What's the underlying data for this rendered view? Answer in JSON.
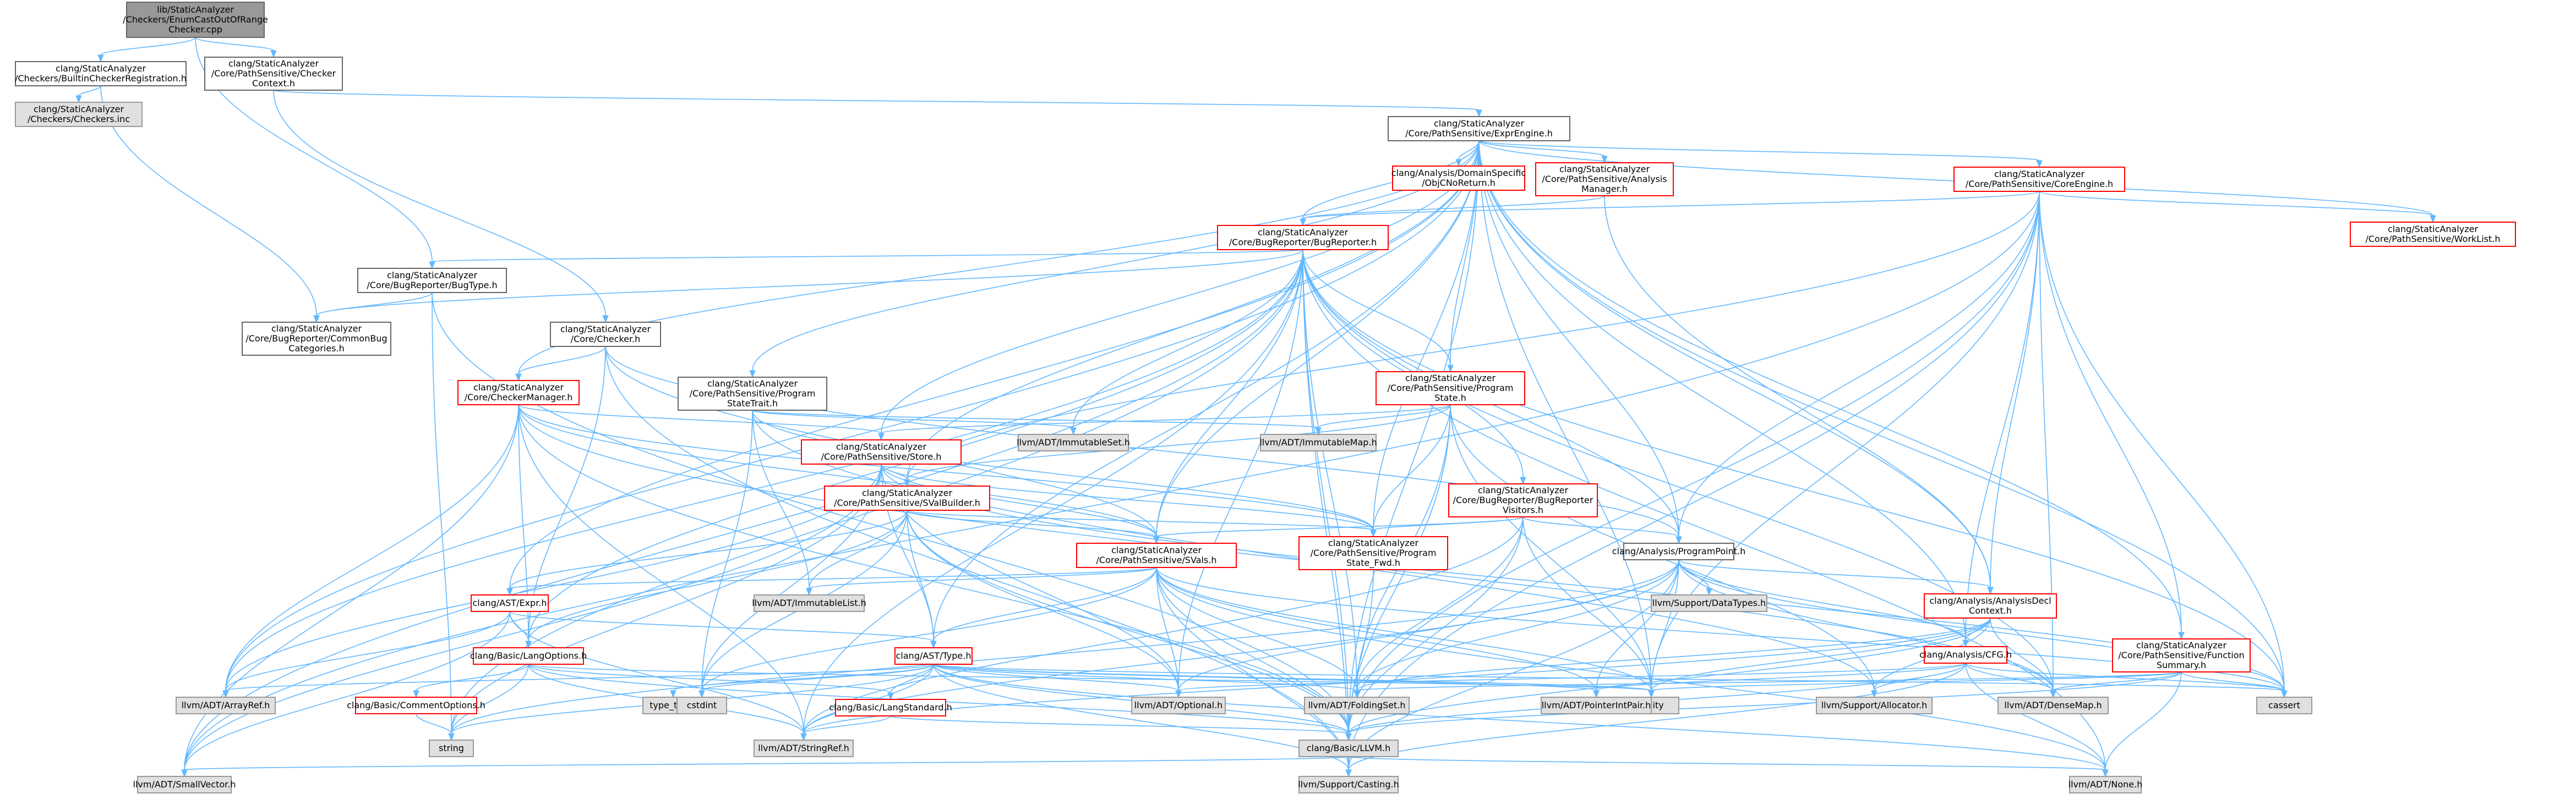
{
  "colors": {
    "edge": "#63b8ff",
    "normal_fill": "#ffffff",
    "normal_border": "#666666",
    "red_border": "#ff0000",
    "red_text": "#ff0000",
    "root_fill": "#999999",
    "root_border": "#666666",
    "external_fill": "#e0e0e0",
    "external_border": "#999999",
    "text": "#000000"
  },
  "nodes": [
    {
      "id": "root",
      "kind": "root",
      "lines": [
        "lib/StaticAnalyzer",
        "/Checkers/EnumCastOutOfRange",
        "Checker.cpp"
      ]
    },
    {
      "id": "bcr",
      "kind": "normal",
      "lines": [
        "clang/StaticAnalyzer",
        "/Checkers/BuiltinCheckerRegistration.h"
      ]
    },
    {
      "id": "chkinc",
      "kind": "external",
      "lines": [
        "clang/StaticAnalyzer",
        "/Checkers/Checkers.inc"
      ]
    },
    {
      "id": "psCC",
      "kind": "normal",
      "lines": [
        "clang/StaticAnalyzer",
        "/Core/PathSensitive/Checker",
        "Context.h"
      ]
    },
    {
      "id": "expr_eng",
      "kind": "normal",
      "lines": [
        "clang/StaticAnalyzer",
        "/Core/PathSensitive/ExprEngine.h"
      ]
    },
    {
      "id": "objcnr",
      "kind": "red",
      "lines": [
        "clang/Analysis/DomainSpecific",
        "/ObjCNoReturn.h"
      ]
    },
    {
      "id": "analmgr",
      "kind": "red",
      "lines": [
        "clang/StaticAnalyzer",
        "/Core/PathSensitive/Analysis",
        "Manager.h"
      ]
    },
    {
      "id": "coreeng",
      "kind": "red",
      "lines": [
        "clang/StaticAnalyzer",
        "/Core/PathSensitive/CoreEngine.h"
      ]
    },
    {
      "id": "bugrep",
      "kind": "red",
      "lines": [
        "clang/StaticAnalyzer",
        "/Core/BugReporter/BugReporter.h"
      ]
    },
    {
      "id": "worklist",
      "kind": "red",
      "lines": [
        "clang/StaticAnalyzer",
        "/Core/PathSensitive/WorkList.h"
      ]
    },
    {
      "id": "bugtype",
      "kind": "normal",
      "lines": [
        "clang/StaticAnalyzer",
        "/Core/BugReporter/BugType.h"
      ]
    },
    {
      "id": "commonbug",
      "kind": "normal",
      "lines": [
        "clang/StaticAnalyzer",
        "/Core/BugReporter/CommonBug",
        "Categories.h"
      ]
    },
    {
      "id": "checker",
      "kind": "normal",
      "lines": [
        "clang/StaticAnalyzer",
        "/Core/Checker.h"
      ]
    },
    {
      "id": "chkmgr",
      "kind": "red",
      "lines": [
        "clang/StaticAnalyzer",
        "/Core/CheckerManager.h"
      ]
    },
    {
      "id": "pstrait",
      "kind": "normal",
      "lines": [
        "clang/StaticAnalyzer",
        "/Core/PathSensitive/Program",
        "StateTrait.h"
      ]
    },
    {
      "id": "pstate",
      "kind": "red",
      "lines": [
        "clang/StaticAnalyzer",
        "/Core/PathSensitive/Program",
        "State.h"
      ]
    },
    {
      "id": "immset",
      "kind": "external",
      "lines": [
        "llvm/ADT/ImmutableSet.h"
      ]
    },
    {
      "id": "immmap",
      "kind": "external",
      "lines": [
        "llvm/ADT/ImmutableMap.h"
      ]
    },
    {
      "id": "store",
      "kind": "red",
      "lines": [
        "clang/StaticAnalyzer",
        "/Core/PathSensitive/Store.h"
      ]
    },
    {
      "id": "svalb",
      "kind": "red",
      "lines": [
        "clang/StaticAnalyzer",
        "/Core/PathSensitive/SValBuilder.h"
      ]
    },
    {
      "id": "brvis",
      "kind": "red",
      "lines": [
        "clang/StaticAnalyzer",
        "/Core/BugReporter/BugReporter",
        "Visitors.h"
      ]
    },
    {
      "id": "pstatefwd",
      "kind": "red",
      "lines": [
        "clang/StaticAnalyzer",
        "/Core/PathSensitive/Program",
        "State_Fwd.h"
      ]
    },
    {
      "id": "progpt",
      "kind": "normal",
      "lines": [
        "clang/Analysis/ProgramPoint.h"
      ]
    },
    {
      "id": "svals",
      "kind": "red",
      "lines": [
        "clang/StaticAnalyzer",
        "/Core/PathSensitive/SVals.h"
      ]
    },
    {
      "id": "astexpr",
      "kind": "red",
      "lines": [
        "clang/AST/Expr.h"
      ]
    },
    {
      "id": "immlist",
      "kind": "external",
      "lines": [
        "llvm/ADT/ImmutableList.h"
      ]
    },
    {
      "id": "datatypes",
      "kind": "external",
      "lines": [
        "llvm/Support/DataTypes.h"
      ]
    },
    {
      "id": "adctx",
      "kind": "red",
      "lines": [
        "clang/Analysis/AnalysisDecl",
        "Context.h"
      ]
    },
    {
      "id": "fnsum",
      "kind": "red",
      "lines": [
        "clang/StaticAnalyzer",
        "/Core/PathSensitive/Function",
        "Summary.h"
      ]
    },
    {
      "id": "cfg",
      "kind": "red",
      "lines": [
        "clang/Analysis/CFG.h"
      ]
    },
    {
      "id": "langopt",
      "kind": "red",
      "lines": [
        "clang/Basic/LangOptions.h"
      ]
    },
    {
      "id": "asttype",
      "kind": "red",
      "lines": [
        "clang/AST/Type.h"
      ]
    },
    {
      "id": "commentopt",
      "kind": "red",
      "lines": [
        "clang/Basic/CommentOptions.h"
      ]
    },
    {
      "id": "langstd",
      "kind": "red",
      "lines": [
        "clang/Basic/LangStandard.h"
      ]
    },
    {
      "id": "arrayref",
      "kind": "external",
      "lines": [
        "llvm/ADT/ArrayRef.h"
      ]
    },
    {
      "id": "typetraits",
      "kind": "external",
      "lines": [
        "type_traits"
      ]
    },
    {
      "id": "cstdint",
      "kind": "external",
      "lines": [
        "cstdint"
      ]
    },
    {
      "id": "optional",
      "kind": "external",
      "lines": [
        "llvm/ADT/Optional.h"
      ]
    },
    {
      "id": "foldset",
      "kind": "external",
      "lines": [
        "llvm/ADT/FoldingSet.h"
      ]
    },
    {
      "id": "utility",
      "kind": "external",
      "lines": [
        "utility"
      ]
    },
    {
      "id": "ptrint",
      "kind": "external",
      "lines": [
        "llvm/ADT/PointerIntPair.h"
      ]
    },
    {
      "id": "allocator",
      "kind": "external",
      "lines": [
        "llvm/Support/Allocator.h"
      ]
    },
    {
      "id": "densemap",
      "kind": "external",
      "lines": [
        "llvm/ADT/DenseMap.h"
      ]
    },
    {
      "id": "cassert",
      "kind": "external",
      "lines": [
        "cassert"
      ]
    },
    {
      "id": "string",
      "kind": "external",
      "lines": [
        "string"
      ]
    },
    {
      "id": "stringref",
      "kind": "external",
      "lines": [
        "llvm/ADT/StringRef.h"
      ]
    },
    {
      "id": "llvmh",
      "kind": "external",
      "lines": [
        "clang/Basic/LLVM.h"
      ]
    },
    {
      "id": "smallvec",
      "kind": "external",
      "lines": [
        "llvm/ADT/SmallVector.h"
      ]
    },
    {
      "id": "casting",
      "kind": "external",
      "lines": [
        "llvm/Support/Casting.h"
      ]
    },
    {
      "id": "none",
      "kind": "external",
      "lines": [
        "llvm/ADT/None.h"
      ]
    }
  ],
  "edges": [
    [
      "root",
      "bcr"
    ],
    [
      "root",
      "psCC"
    ],
    [
      "root",
      "bugtype"
    ],
    [
      "bcr",
      "chkinc"
    ],
    [
      "bcr",
      "commonbug"
    ],
    [
      "psCC",
      "expr_eng"
    ],
    [
      "psCC",
      "checker"
    ],
    [
      "expr_eng",
      "objcnr"
    ],
    [
      "expr_eng",
      "analmgr"
    ],
    [
      "expr_eng",
      "coreeng"
    ],
    [
      "expr_eng",
      "bugrep"
    ],
    [
      "expr_eng",
      "worklist"
    ],
    [
      "expr_eng",
      "chkmgr"
    ],
    [
      "expr_eng",
      "pstrait"
    ],
    [
      "expr_eng",
      "pstate"
    ],
    [
      "expr_eng",
      "store"
    ],
    [
      "expr_eng",
      "svalb"
    ],
    [
      "expr_eng",
      "svals"
    ],
    [
      "expr_eng",
      "pstatefwd"
    ],
    [
      "expr_eng",
      "progpt"
    ],
    [
      "expr_eng",
      "fnsum"
    ],
    [
      "expr_eng",
      "cfg"
    ],
    [
      "expr_eng",
      "adctx"
    ],
    [
      "expr_eng",
      "astexpr"
    ],
    [
      "expr_eng",
      "asttype"
    ],
    [
      "expr_eng",
      "arrayref"
    ],
    [
      "expr_eng",
      "llvmh"
    ],
    [
      "expr_eng",
      "cassert"
    ],
    [
      "expr_eng",
      "utility"
    ],
    [
      "analmgr",
      "bugrep"
    ],
    [
      "analmgr",
      "adctx"
    ],
    [
      "coreeng",
      "bugrep"
    ],
    [
      "coreeng",
      "worklist"
    ],
    [
      "coreeng",
      "fnsum"
    ],
    [
      "coreeng",
      "adctx"
    ],
    [
      "coreeng",
      "cfg"
    ],
    [
      "coreeng",
      "progpt"
    ],
    [
      "coreeng",
      "svalb"
    ],
    [
      "coreeng",
      "llvmh"
    ],
    [
      "coreeng",
      "cassert"
    ],
    [
      "coreeng",
      "smallvec"
    ],
    [
      "coreeng",
      "casting"
    ],
    [
      "coreeng",
      "utility"
    ],
    [
      "coreeng",
      "densemap"
    ],
    [
      "bugrep",
      "bugtype"
    ],
    [
      "bugrep",
      "commonbug"
    ],
    [
      "bugrep",
      "pstate"
    ],
    [
      "bugrep",
      "brvis"
    ],
    [
      "bugrep",
      "svals"
    ],
    [
      "bugrep",
      "langopt"
    ],
    [
      "bugrep",
      "immset"
    ],
    [
      "bugrep",
      "foldset"
    ],
    [
      "bugrep",
      "densemap"
    ],
    [
      "bugrep",
      "optional"
    ],
    [
      "bugrep",
      "llvmh"
    ],
    [
      "bugrep",
      "string"
    ],
    [
      "bugrep",
      "arrayref"
    ],
    [
      "bugrep",
      "stringref"
    ],
    [
      "bugrep",
      "smallvec"
    ],
    [
      "bugrep",
      "cassert"
    ],
    [
      "bugrep",
      "none"
    ],
    [
      "bugrep",
      "casting"
    ],
    [
      "bugrep",
      "progpt"
    ],
    [
      "bugtype",
      "commonbug"
    ],
    [
      "bugtype",
      "llvmh"
    ],
    [
      "bugtype",
      "string"
    ],
    [
      "checker",
      "chkmgr"
    ],
    [
      "checker",
      "progpt"
    ],
    [
      "checker",
      "svals"
    ],
    [
      "checker",
      "casting"
    ],
    [
      "checker",
      "langopt"
    ],
    [
      "chkmgr",
      "store"
    ],
    [
      "chkmgr",
      "svals"
    ],
    [
      "chkmgr",
      "pstatefwd"
    ],
    [
      "chkmgr",
      "langopt"
    ],
    [
      "chkmgr",
      "arrayref"
    ],
    [
      "chkmgr",
      "stringref"
    ],
    [
      "chkmgr",
      "smallvec"
    ],
    [
      "chkmgr",
      "llvmh"
    ],
    [
      "chkmgr",
      "densemap"
    ],
    [
      "pstrait",
      "pstatefwd"
    ],
    [
      "pstrait",
      "immmap"
    ],
    [
      "pstrait",
      "immset"
    ],
    [
      "pstrait",
      "immlist"
    ],
    [
      "pstrait",
      "cstdint"
    ],
    [
      "pstrait",
      "allocator"
    ],
    [
      "pstate",
      "store"
    ],
    [
      "pstate",
      "svalb"
    ],
    [
      "pstate",
      "pstatefwd"
    ],
    [
      "pstate",
      "immmap"
    ],
    [
      "pstate",
      "foldset"
    ],
    [
      "pstate",
      "allocator"
    ],
    [
      "pstate",
      "utility"
    ],
    [
      "pstate",
      "llvmh"
    ],
    [
      "store",
      "svalb"
    ],
    [
      "store",
      "svals"
    ],
    [
      "store",
      "pstatefwd"
    ],
    [
      "store",
      "asttype"
    ],
    [
      "store",
      "arrayref"
    ],
    [
      "store",
      "optional"
    ],
    [
      "store",
      "cassert"
    ],
    [
      "store",
      "cstdint"
    ],
    [
      "store",
      "smallvec"
    ],
    [
      "store",
      "string"
    ],
    [
      "svalb",
      "svals"
    ],
    [
      "svalb",
      "pstatefwd"
    ],
    [
      "svalb",
      "astexpr"
    ],
    [
      "svalb",
      "asttype"
    ],
    [
      "svalb",
      "langopt"
    ],
    [
      "svalb",
      "immlist"
    ],
    [
      "svalb",
      "optional"
    ],
    [
      "svalb",
      "cstdint"
    ],
    [
      "svalb",
      "llvmh"
    ],
    [
      "brvis",
      "progpt"
    ],
    [
      "brvis",
      "svals"
    ],
    [
      "brvis",
      "pstatefwd"
    ],
    [
      "brvis",
      "foldset"
    ],
    [
      "brvis",
      "stringref"
    ],
    [
      "brvis",
      "utility"
    ],
    [
      "brvis",
      "llvmh"
    ],
    [
      "pstatefwd",
      "llvmh"
    ],
    [
      "progpt",
      "adctx"
    ],
    [
      "progpt",
      "cfg"
    ],
    [
      "progpt",
      "datatypes"
    ],
    [
      "progpt",
      "foldset"
    ],
    [
      "progpt",
      "ptrint"
    ],
    [
      "progpt",
      "densemap"
    ],
    [
      "progpt",
      "optional"
    ],
    [
      "progpt",
      "stringref"
    ],
    [
      "progpt",
      "casting"
    ],
    [
      "progpt",
      "cassert"
    ],
    [
      "progpt",
      "string"
    ],
    [
      "progpt",
      "utility"
    ],
    [
      "svals",
      "astexpr"
    ],
    [
      "svals",
      "asttype"
    ],
    [
      "svals",
      "immlist"
    ],
    [
      "svals",
      "foldset"
    ],
    [
      "svals",
      "ptrint"
    ],
    [
      "svals",
      "casting"
    ],
    [
      "svals",
      "optional"
    ],
    [
      "svals",
      "cassert"
    ],
    [
      "svals",
      "cstdint"
    ],
    [
      "svals",
      "utility"
    ],
    [
      "svals",
      "none"
    ],
    [
      "svals",
      "llvmh"
    ],
    [
      "astexpr",
      "asttype"
    ],
    [
      "astexpr",
      "langopt"
    ],
    [
      "astexpr",
      "arrayref"
    ],
    [
      "astexpr",
      "smallvec"
    ],
    [
      "astexpr",
      "stringref"
    ],
    [
      "adctx",
      "cfg"
    ],
    [
      "adctx",
      "densemap"
    ],
    [
      "adctx",
      "allocator"
    ],
    [
      "adctx",
      "utility"
    ],
    [
      "adctx",
      "stringref"
    ],
    [
      "adctx",
      "llvmh"
    ],
    [
      "adctx",
      "foldset"
    ],
    [
      "fnsum",
      "densemap"
    ],
    [
      "fnsum",
      "foldset"
    ],
    [
      "fnsum",
      "none"
    ],
    [
      "fnsum",
      "cassert"
    ],
    [
      "fnsum",
      "utility"
    ],
    [
      "fnsum",
      "llvmh"
    ],
    [
      "cfg",
      "densemap"
    ],
    [
      "cfg",
      "allocator"
    ],
    [
      "cfg",
      "ptrint"
    ],
    [
      "cfg",
      "none"
    ],
    [
      "cfg",
      "cassert"
    ],
    [
      "cfg",
      "casting"
    ],
    [
      "cfg",
      "llvmh"
    ],
    [
      "cfg",
      "optional"
    ],
    [
      "langopt",
      "commentopt"
    ],
    [
      "langopt",
      "langstd"
    ],
    [
      "langopt",
      "llvmh"
    ],
    [
      "langopt",
      "stringref"
    ],
    [
      "langopt",
      "string"
    ],
    [
      "langopt",
      "utility"
    ],
    [
      "asttype",
      "langstd"
    ],
    [
      "asttype",
      "llvmh"
    ],
    [
      "asttype",
      "arrayref"
    ],
    [
      "asttype",
      "typetraits"
    ],
    [
      "asttype",
      "cstdint"
    ],
    [
      "asttype",
      "optional"
    ],
    [
      "asttype",
      "foldset"
    ],
    [
      "asttype",
      "utility"
    ],
    [
      "asttype",
      "ptrint"
    ],
    [
      "asttype",
      "cassert"
    ],
    [
      "asttype",
      "string"
    ],
    [
      "asttype",
      "stringref"
    ],
    [
      "asttype",
      "casting"
    ],
    [
      "asttype",
      "none"
    ],
    [
      "commentopt",
      "string"
    ],
    [
      "langstd",
      "llvmh"
    ],
    [
      "langstd",
      "stringref"
    ],
    [
      "llvmh",
      "smallvec"
    ],
    [
      "llvmh",
      "casting"
    ],
    [
      "llvmh",
      "none"
    ]
  ]
}
